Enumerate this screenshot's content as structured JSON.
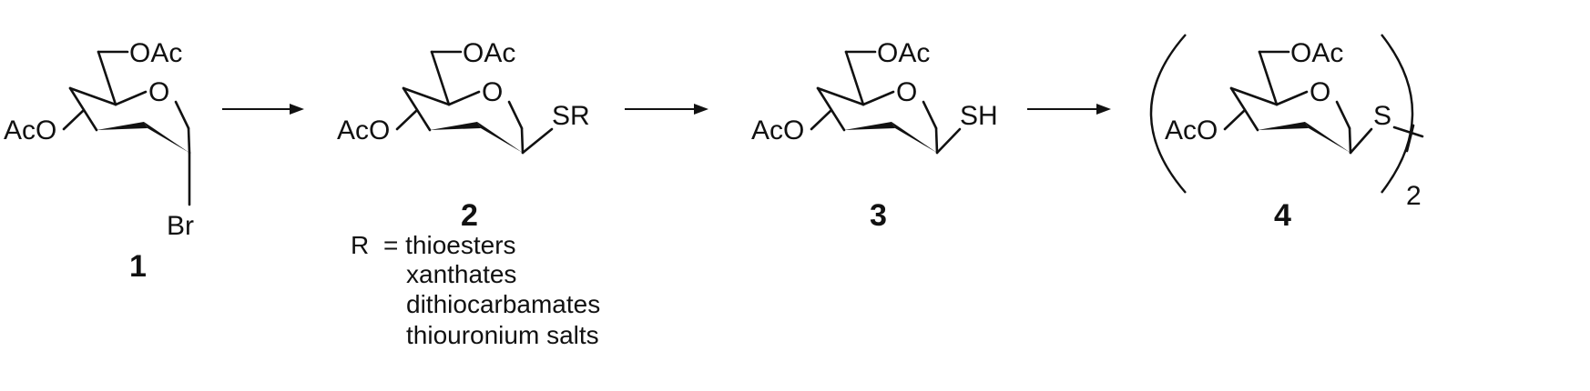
{
  "atoms": {
    "oac_top": "OAc",
    "oac_left": "AcO",
    "ring_o": "O",
    "br": "Br",
    "sr": "SR",
    "sh": "SH",
    "s": "S",
    "subscript": "2"
  },
  "compounds": {
    "c1": "1",
    "c2": "2",
    "c3": "3",
    "c4": "4"
  },
  "r_definition": {
    "label": "R",
    "equals_first": "= thioesters",
    "items": [
      "xanthates",
      "dithiocarbamates",
      "thiouronium salts"
    ]
  }
}
